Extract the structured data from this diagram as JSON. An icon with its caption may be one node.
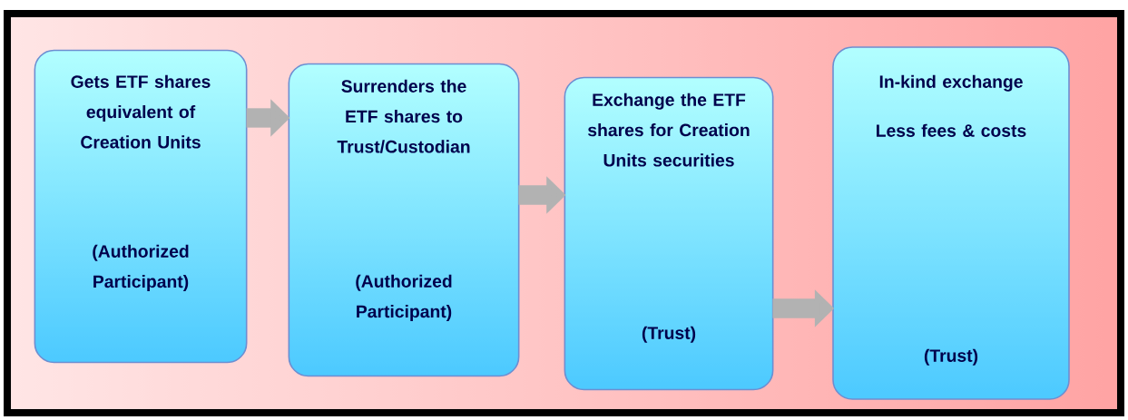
{
  "diagram": {
    "nodes": [
      {
        "text": [
          "Gets ETF shares equivalent of Creation Units",
          "(Authorized Participant)"
        ]
      },
      {
        "text": [
          "Surrenders the ETF shares to Trust/Custodian",
          "(Authorized Participant)"
        ]
      },
      {
        "text": [
          "Exchange the ETF shares for Creation Units securities",
          "(Trust)"
        ]
      },
      {
        "text": [
          "In-kind exchange",
          "Less fees & costs",
          "(Trust)"
        ]
      }
    ],
    "edges": [
      {
        "from": 0,
        "to": 1,
        "arrow": "to"
      },
      {
        "from": 1,
        "to": 2,
        "arrow": "to"
      },
      {
        "from": 2,
        "to": 3,
        "arrow": "to"
      }
    ]
  }
}
